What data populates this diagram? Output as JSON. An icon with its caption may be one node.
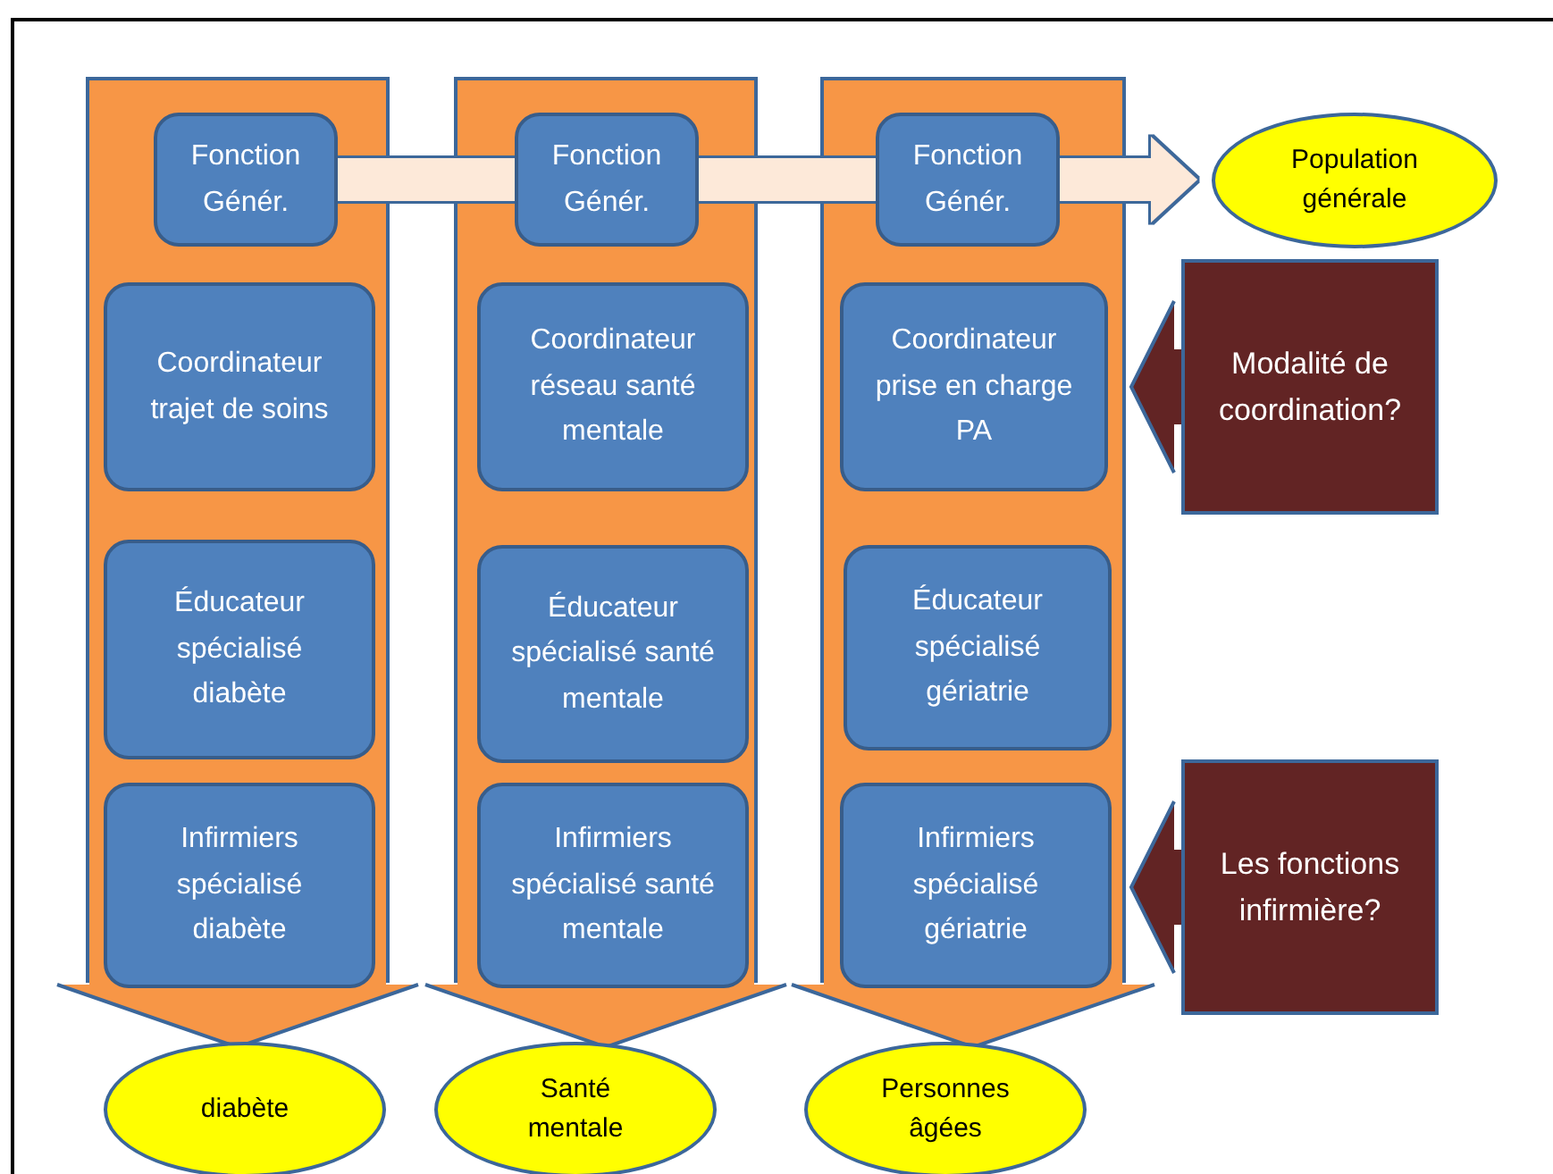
{
  "diagram": {
    "nodes": [
      {
        "text": [],
        "shape": "arrow"
      },
      {
        "text": [
          "Fonction Génér."
        ],
        "in": 0
      },
      {
        "text": [
          "Coordinateur trajet de soins"
        ],
        "in": 0
      },
      {
        "text": [
          "Éducateur spécialisé diabète"
        ],
        "in": 0
      },
      {
        "text": [
          "Infirmiers spécialisé diabète"
        ],
        "in": 0
      },
      {
        "text": [],
        "shape": "arrow"
      },
      {
        "text": [
          "Fonction Génér."
        ],
        "in": 5
      },
      {
        "text": [
          "Coordinateur réseau santé mentale"
        ],
        "in": 5
      },
      {
        "text": [
          "Éducateur spécialisé santé mentale"
        ],
        "in": 5
      },
      {
        "text": [
          "Infirmiers spécialisé santé mentale"
        ],
        "in": 5
      },
      {
        "text": [],
        "shape": "arrow"
      },
      {
        "text": [
          "Fonction Génér."
        ],
        "in": 10
      },
      {
        "text": [
          "Coordinateur prise en charge PA"
        ],
        "in": 10
      },
      {
        "text": [
          "Éducateur spécialisé gériatrie"
        ],
        "in": 10
      },
      {
        "text": [
          "Infirmiers spécialisé gériatrie"
        ],
        "in": 10
      },
      {
        "text": [
          "Population générale"
        ]
      },
      {
        "text": [
          "Modalité de coordination?"
        ]
      },
      {
        "text": [
          "Les fonctions infirmière?"
        ]
      },
      {
        "text": [
          "diabète"
        ]
      },
      {
        "text": [
          "Santé mentale"
        ]
      },
      {
        "text": [
          "Personnes âgées"
        ]
      }
    ],
    "edges": [
      {
        "from": 1,
        "to": 6,
        "arrow": "none",
        "color": "#fde9d9"
      },
      {
        "from": 6,
        "to": 11,
        "arrow": "none",
        "color": "#fde9d9"
      },
      {
        "from": 11,
        "to": 15,
        "arrow": "to",
        "color": "#fde9d9"
      },
      {
        "from": 16,
        "to": 10,
        "arrow": "to",
        "color": "#622424"
      },
      {
        "from": 17,
        "to": 10,
        "arrow": "to",
        "color": "#622424"
      },
      {
        "from": 0,
        "to": 18,
        "arrow": "to",
        "style": "thick",
        "color": "#f79646"
      },
      {
        "from": 5,
        "to": 19,
        "arrow": "to",
        "style": "thick",
        "color": "#f79646"
      },
      {
        "from": 10,
        "to": 20,
        "arrow": "to",
        "style": "thick",
        "color": "#f79646"
      }
    ]
  }
}
